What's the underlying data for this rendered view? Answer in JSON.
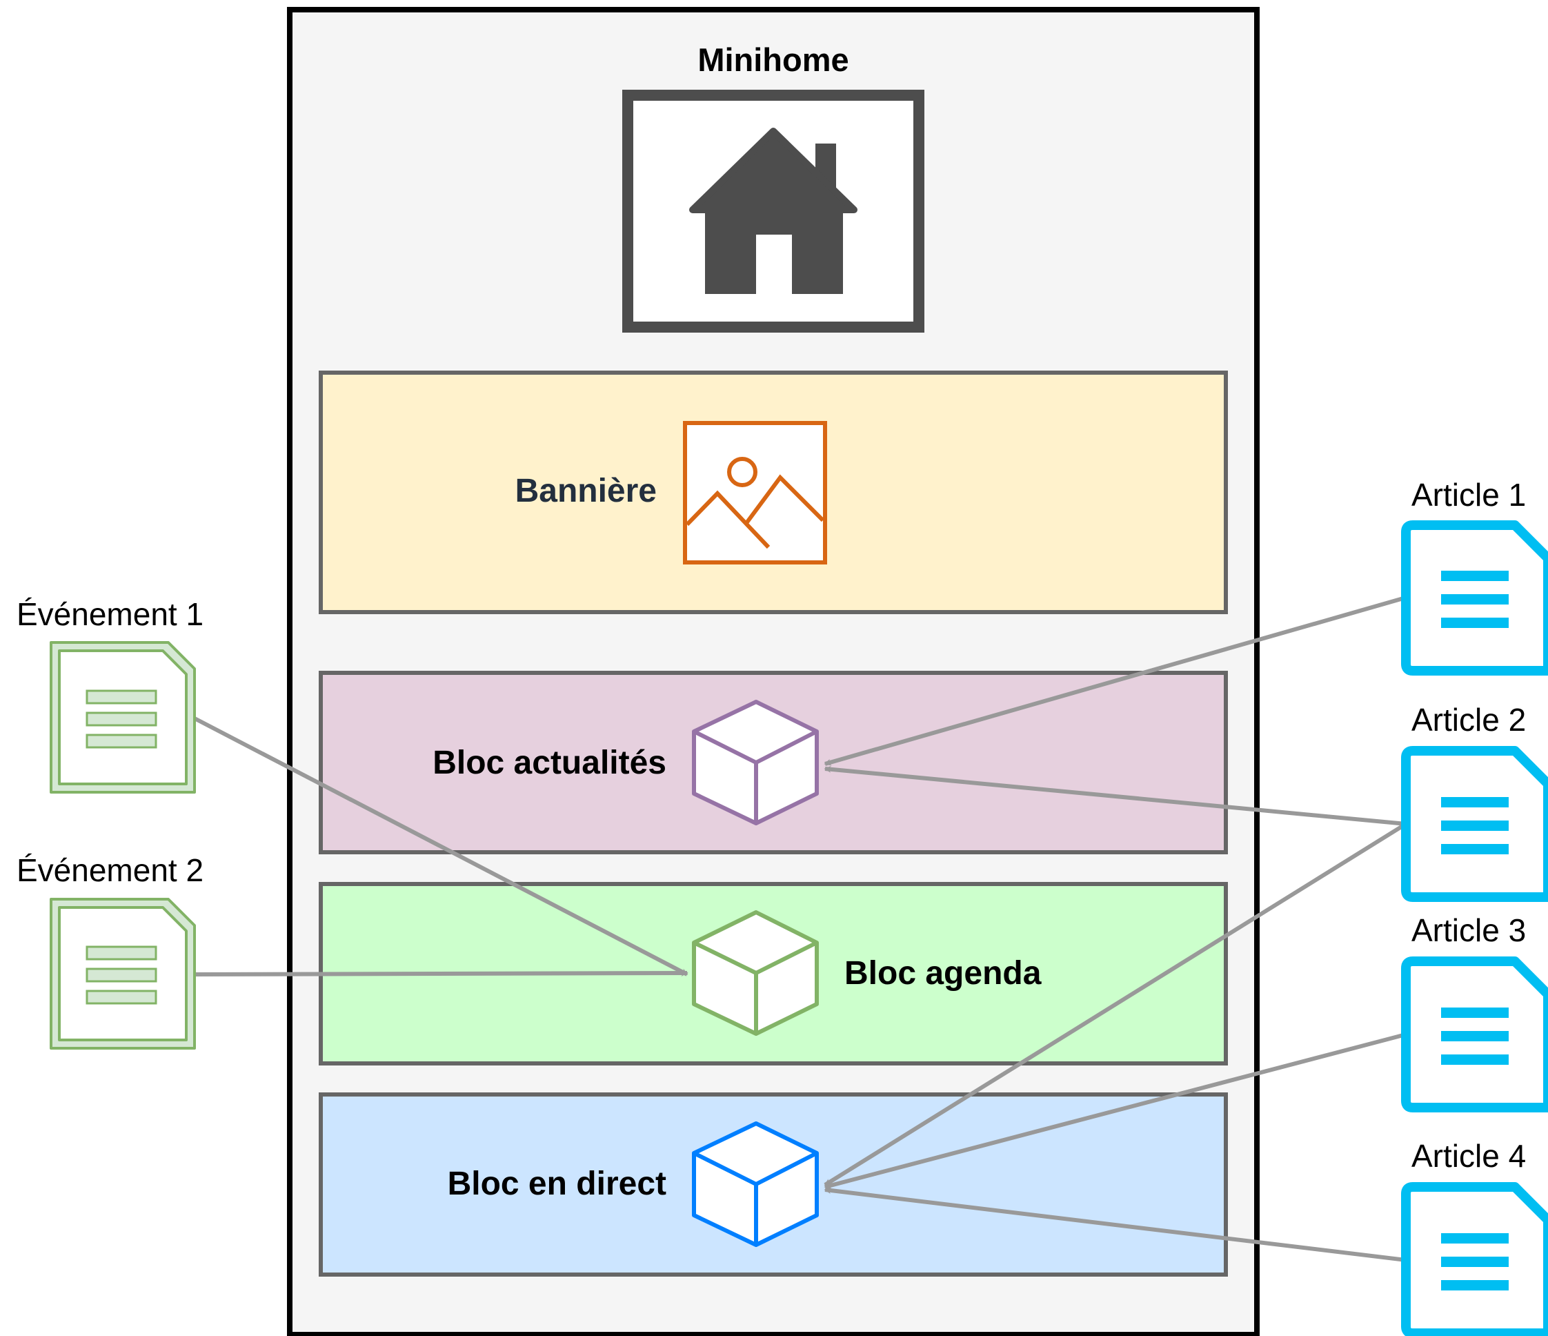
{
  "title": "Minihome",
  "blocks": {
    "banner": "Bannière",
    "news": "Bloc actualités",
    "agenda": "Bloc agenda",
    "live": "Bloc en direct"
  },
  "events": [
    "Événement 1",
    "Événement 2"
  ],
  "articles": [
    "Article 1",
    "Article 2",
    "Article 3",
    "Article 4"
  ],
  "colors": {
    "container_bg": "#f5f5f5",
    "banner_bg": "#fff2cc",
    "news_bg": "#e6d0de",
    "agenda_bg": "#ccffcc",
    "live_bg": "#cce5ff",
    "connector": "#999999",
    "article_icon": "#00bef2",
    "event_icon": "#82b366",
    "image_icon": "#d86613",
    "cube_news": "#9673a6",
    "cube_agenda": "#82b366",
    "cube_live": "#007fff",
    "home_icon": "#4d4d4d"
  },
  "connections": [
    {
      "from": "article-1",
      "to": "bloc-actualites"
    },
    {
      "from": "article-2",
      "to": "bloc-actualites"
    },
    {
      "from": "article-2",
      "to": "bloc-en-direct"
    },
    {
      "from": "article-3",
      "to": "bloc-en-direct"
    },
    {
      "from": "article-4",
      "to": "bloc-en-direct"
    },
    {
      "from": "evenement-1",
      "to": "bloc-agenda"
    },
    {
      "from": "evenement-2",
      "to": "bloc-agenda"
    }
  ]
}
